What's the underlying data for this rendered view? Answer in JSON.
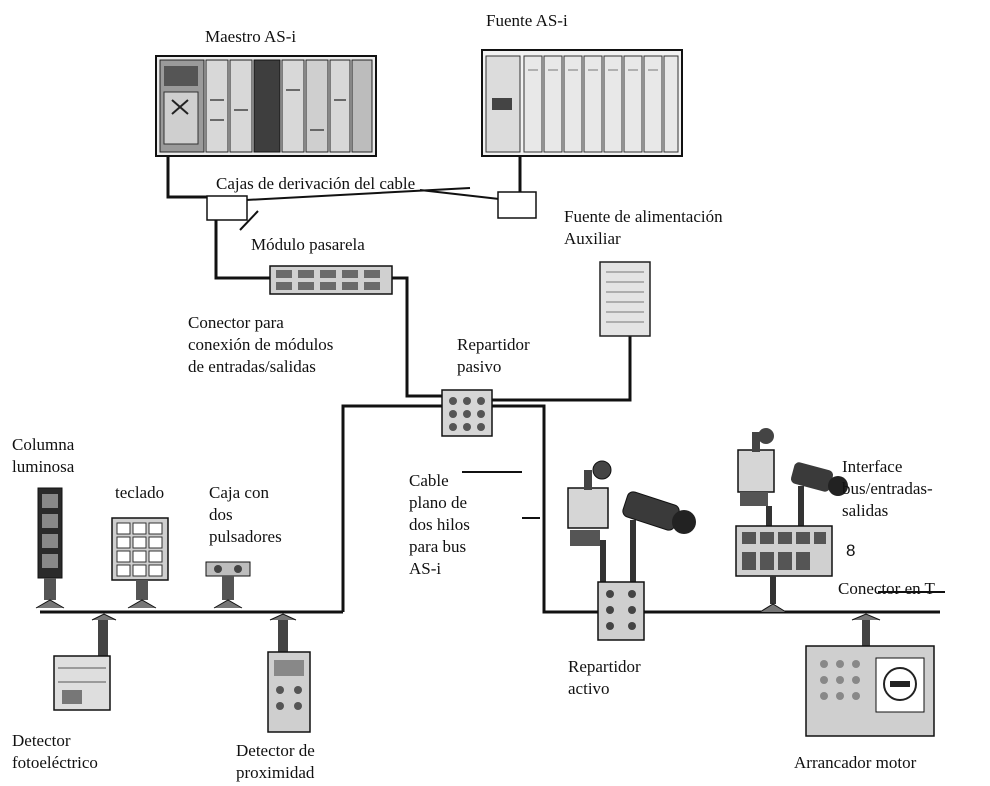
{
  "labels": {
    "maestro": "Maestro AS-i",
    "fuente": "Fuente AS-i",
    "cajas": "Cajas de derivación del cable",
    "fuente_aux": "Fuente de alimentación\nAuxiliar",
    "modulo": "Módulo pasarela",
    "conector_modulos": "Conector para\nconexión de módulos\nde entradas/salidas",
    "rep_pasivo": "Repartidor\npasivo",
    "columna": "Columna\nluminosa",
    "teclado": "teclado",
    "caja_pulsadores": "Caja con\ndos\npulsadores",
    "cable_plano": "Cable\nplano de\ndos hilos\npara bus\nAS-i",
    "interface": "Interface\nbus/entradas-\nsalidas",
    "conector_t": "Conector en T",
    "rep_activo": "Repartidor\nactivo",
    "detector_foto": "Detector\nfotoeléctrico",
    "detector_prox": "Detector de\nproximidad",
    "arrancador": "Arrancador motor"
  },
  "device_marks": {
    "interface_number": "8"
  },
  "colors": {
    "ink": "#111111",
    "device_fill": "#e6e6e6",
    "device_dark": "#6a6a6a",
    "cable": "#111111"
  },
  "icons": [
    "plc-rack",
    "power-supply-rack",
    "branch-box",
    "gateway-module",
    "aux-power-supply",
    "passive-splitter",
    "indicator-column",
    "keypad",
    "pushbutton-box",
    "photoelectric-detector",
    "proximity-detector",
    "active-splitter",
    "limit-switch",
    "io-interface-module",
    "t-connector",
    "motor-starter"
  ]
}
